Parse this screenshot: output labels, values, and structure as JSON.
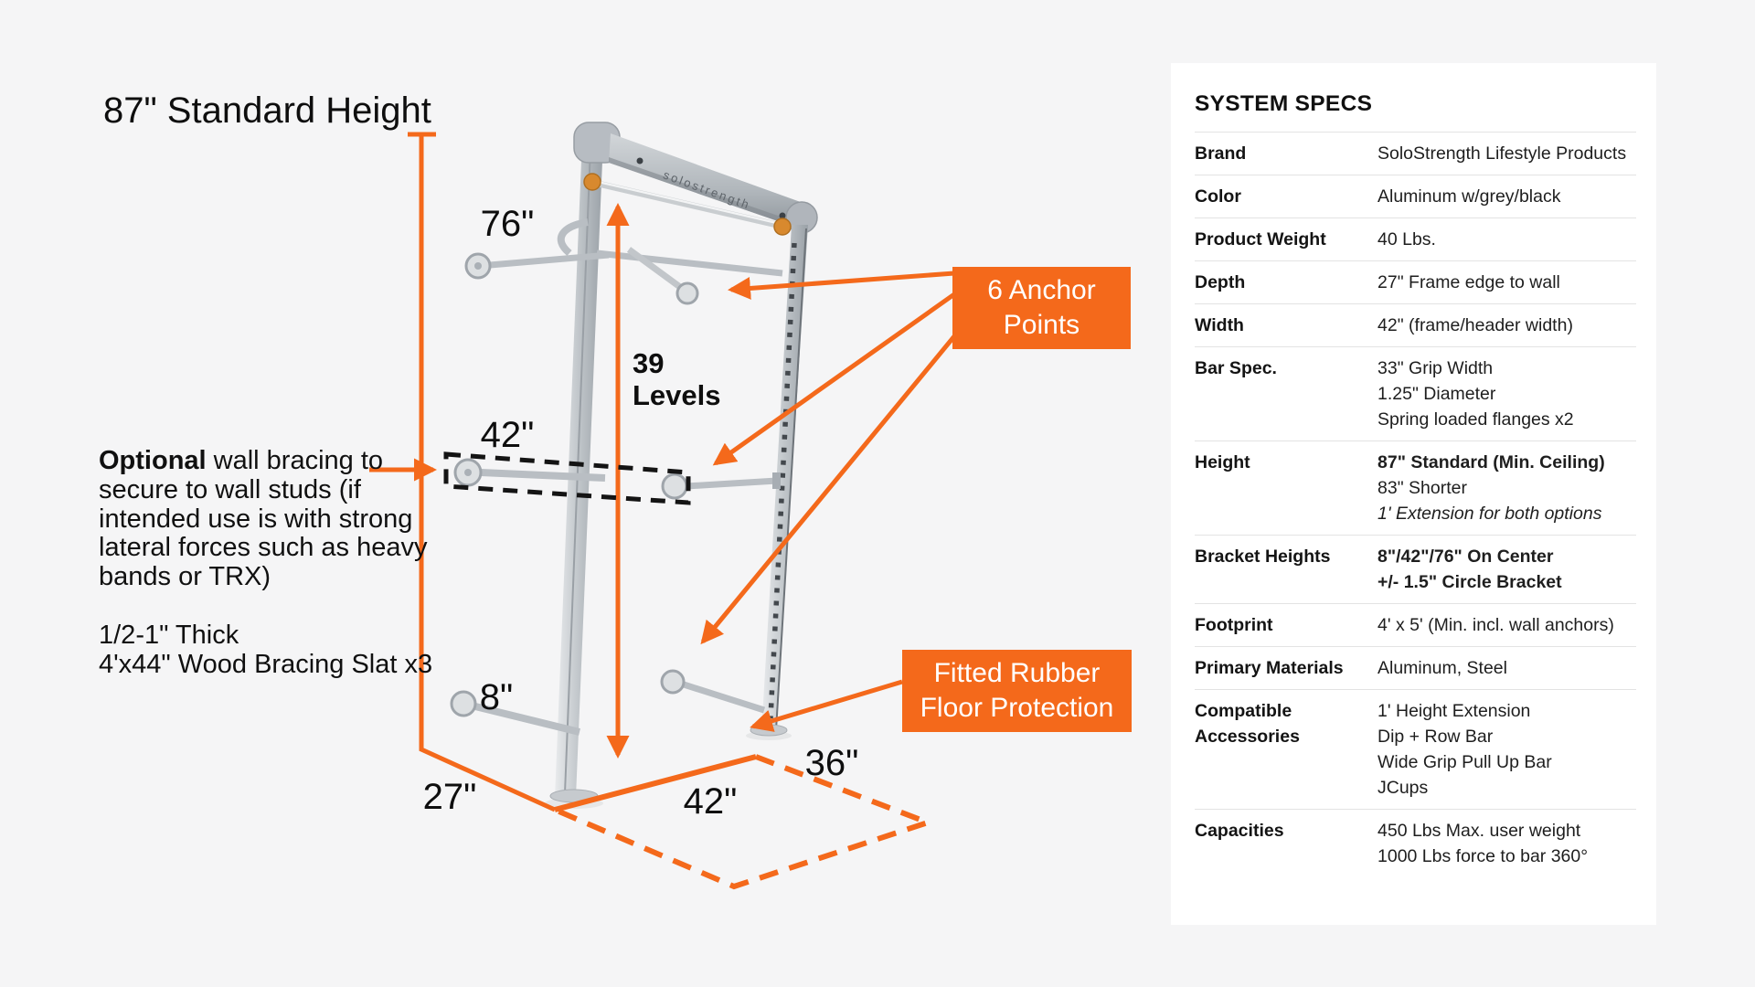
{
  "page": {
    "background": "#f5f5f6",
    "accent_orange": "#f4691b",
    "bracket_dash_color": "#141414"
  },
  "diagram": {
    "title": "87\" Standard Height",
    "labels": {
      "bar76": "76\"",
      "mid42": "42\"",
      "levels": "39\nLevels",
      "low8": "8\"",
      "depth27": "27\"",
      "floor42": "42\"",
      "floor36": "36\""
    },
    "notes": {
      "lead": "Optional",
      "body": " wall bracing to\nsecure to wall studs (if\nintended use is with strong\nlateral forces such as heavy\nbands or TRX)\n\n1/2-1\" Thick\n4'x44\" Wood Bracing Slat x3"
    },
    "callouts": {
      "anchors": "6 Anchor Points",
      "rubber": "Fitted Rubber Floor Protection"
    },
    "engraving": "solostrength"
  },
  "specs": {
    "title": "SYSTEM SPECS",
    "rows": [
      {
        "label": "Brand",
        "values": [
          {
            "text": "SoloStrength Lifestyle Products"
          }
        ]
      },
      {
        "label": "Color",
        "values": [
          {
            "text": "Aluminum w/grey/black"
          }
        ]
      },
      {
        "label": "Product Weight",
        "values": [
          {
            "text": "40 Lbs."
          }
        ]
      },
      {
        "label": "Depth",
        "values": [
          {
            "text": "27\" Frame edge to wall"
          }
        ]
      },
      {
        "label": "Width",
        "values": [
          {
            "text": "42\" (frame/header width)"
          }
        ]
      },
      {
        "label": "Bar Spec.",
        "values": [
          {
            "text": "33\" Grip Width"
          },
          {
            "text": "1.25\" Diameter"
          },
          {
            "text": "Spring loaded flanges x2"
          }
        ]
      },
      {
        "label": "Height",
        "values": [
          {
            "text": "87\" Standard (Min. Ceiling)",
            "bold": true
          },
          {
            "text": "83\" Shorter"
          },
          {
            "text": "1' Extension for both options",
            "italic": true
          }
        ]
      },
      {
        "label": "Bracket Heights",
        "values": [
          {
            "text": "8\"/42\"/76\" On Center",
            "bold": true
          },
          {
            "text": "+/- 1.5\" Circle Bracket",
            "bold": true
          }
        ]
      },
      {
        "label": "Footprint",
        "values": [
          {
            "text": "4' x 5' (Min. incl. wall anchors)"
          }
        ]
      },
      {
        "label": "Primary Materials",
        "values": [
          {
            "text": "Aluminum, Steel"
          }
        ]
      },
      {
        "label": "Compatible Accessories",
        "values": [
          {
            "text": "1' Height Extension"
          },
          {
            "text": "Dip + Row Bar"
          },
          {
            "text": "Wide Grip Pull Up Bar"
          },
          {
            "text": "JCups"
          }
        ]
      },
      {
        "label": "Capacities",
        "values": [
          {
            "text": "450 Lbs Max. user weight"
          },
          {
            "text": "1000 Lbs force to bar 360°"
          }
        ]
      }
    ]
  }
}
